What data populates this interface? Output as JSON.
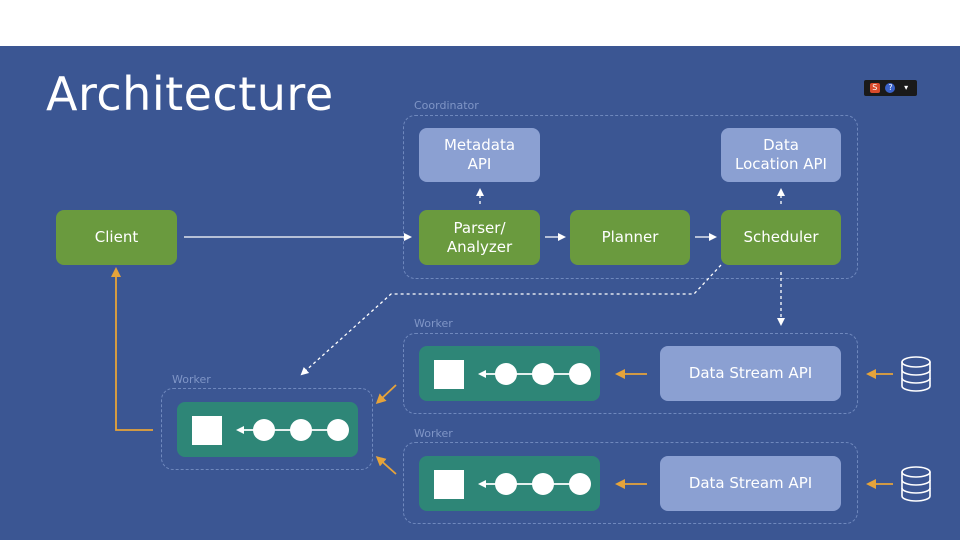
{
  "slide": {
    "title": "Architecture",
    "colors": {
      "background": "#3b5693",
      "green": "#6a9a3e",
      "light_blue": "#8ba0d2",
      "teal": "#2e8677",
      "orange": "#e6a33a"
    }
  },
  "toolbar": {
    "icons": [
      "s-logo-icon",
      "help-icon",
      "menu-icon"
    ],
    "s_glyph": "S",
    "q_glyph": "?",
    "m_glyph": "▾"
  },
  "coordinator": {
    "label": "Coordinator",
    "metadata_api": "Metadata\nAPI",
    "data_location_api": "Data\nLocation API",
    "parser": "Parser/\nAnalyzer",
    "planner": "Planner",
    "scheduler": "Scheduler"
  },
  "client": {
    "label": "Client"
  },
  "workers": [
    {
      "label": "Worker",
      "stream_api": "Data Stream API"
    },
    {
      "label": "Worker",
      "stream_api": "Data Stream API"
    },
    {
      "label": "Worker"
    }
  ]
}
